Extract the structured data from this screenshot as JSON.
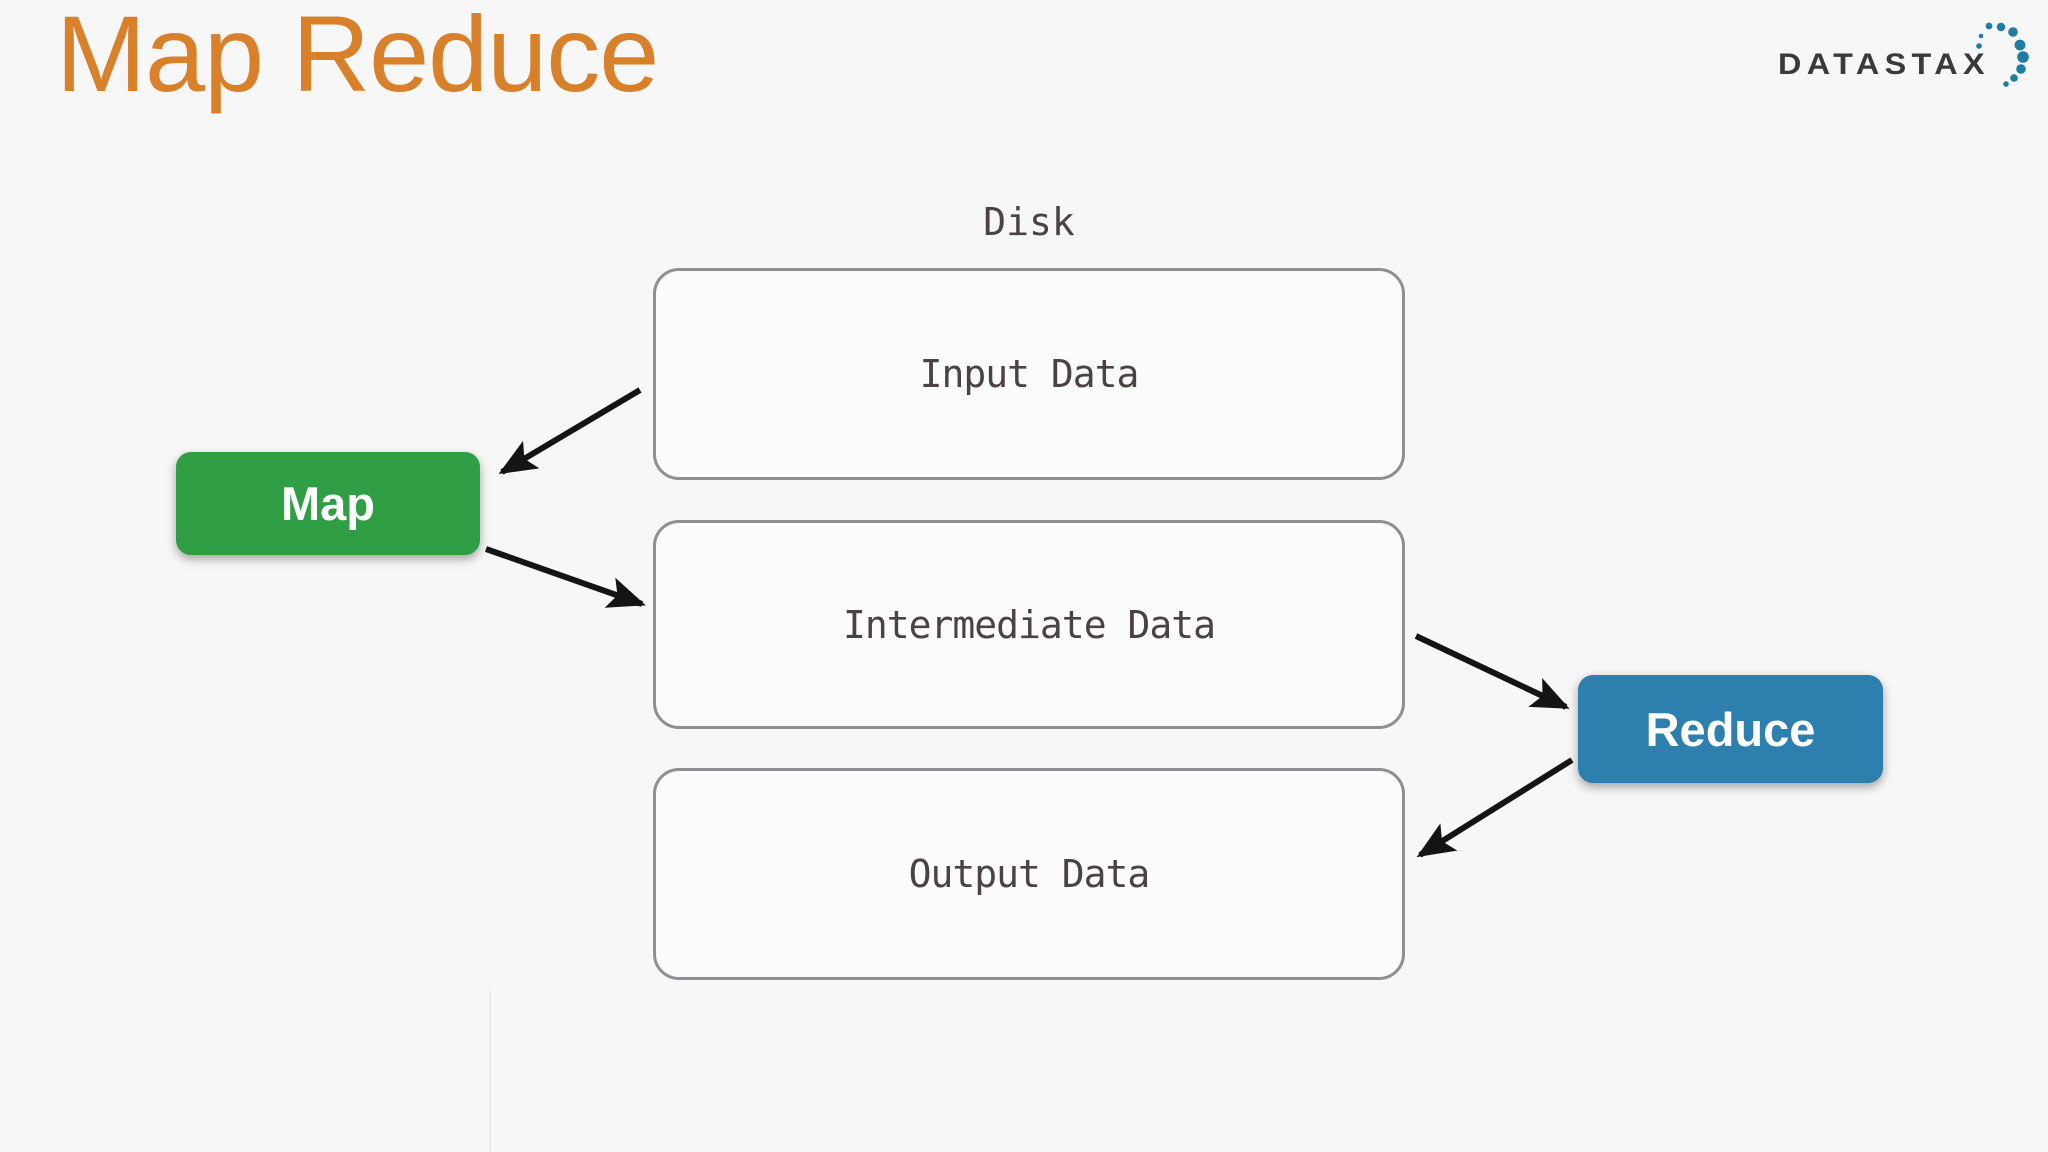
{
  "header": {
    "title": "Map Reduce",
    "title_color": "#d8802a"
  },
  "logo": {
    "text": "DATASTAX",
    "text_color": "#3a3a3d",
    "dot_color": "#1f7da4"
  },
  "diagram": {
    "disk_label": "Disk",
    "boxes": [
      {
        "id": "input",
        "label": "Input Data"
      },
      {
        "id": "intermediate",
        "label": "Intermediate Data"
      },
      {
        "id": "output",
        "label": "Output Data"
      }
    ],
    "map_node": {
      "label": "Map",
      "color": "#2f9e44",
      "text_color": "#ffffff"
    },
    "reduce_node": {
      "label": "Reduce",
      "color": "#2d7fad",
      "text_color": "#ffffff"
    },
    "arrows": [
      {
        "from": "input-data-box",
        "to": "map-node"
      },
      {
        "from": "map-node",
        "to": "intermediate-data-box"
      },
      {
        "from": "intermediate-data-box",
        "to": "reduce-node"
      },
      {
        "from": "reduce-node",
        "to": "output-data-box"
      }
    ],
    "style": {
      "background": "#f7f7f8",
      "box_fill": "#fbfbfc",
      "box_border": "#8f8f92",
      "label_color": "#4b4242",
      "arrow_color": "#141414"
    }
  }
}
